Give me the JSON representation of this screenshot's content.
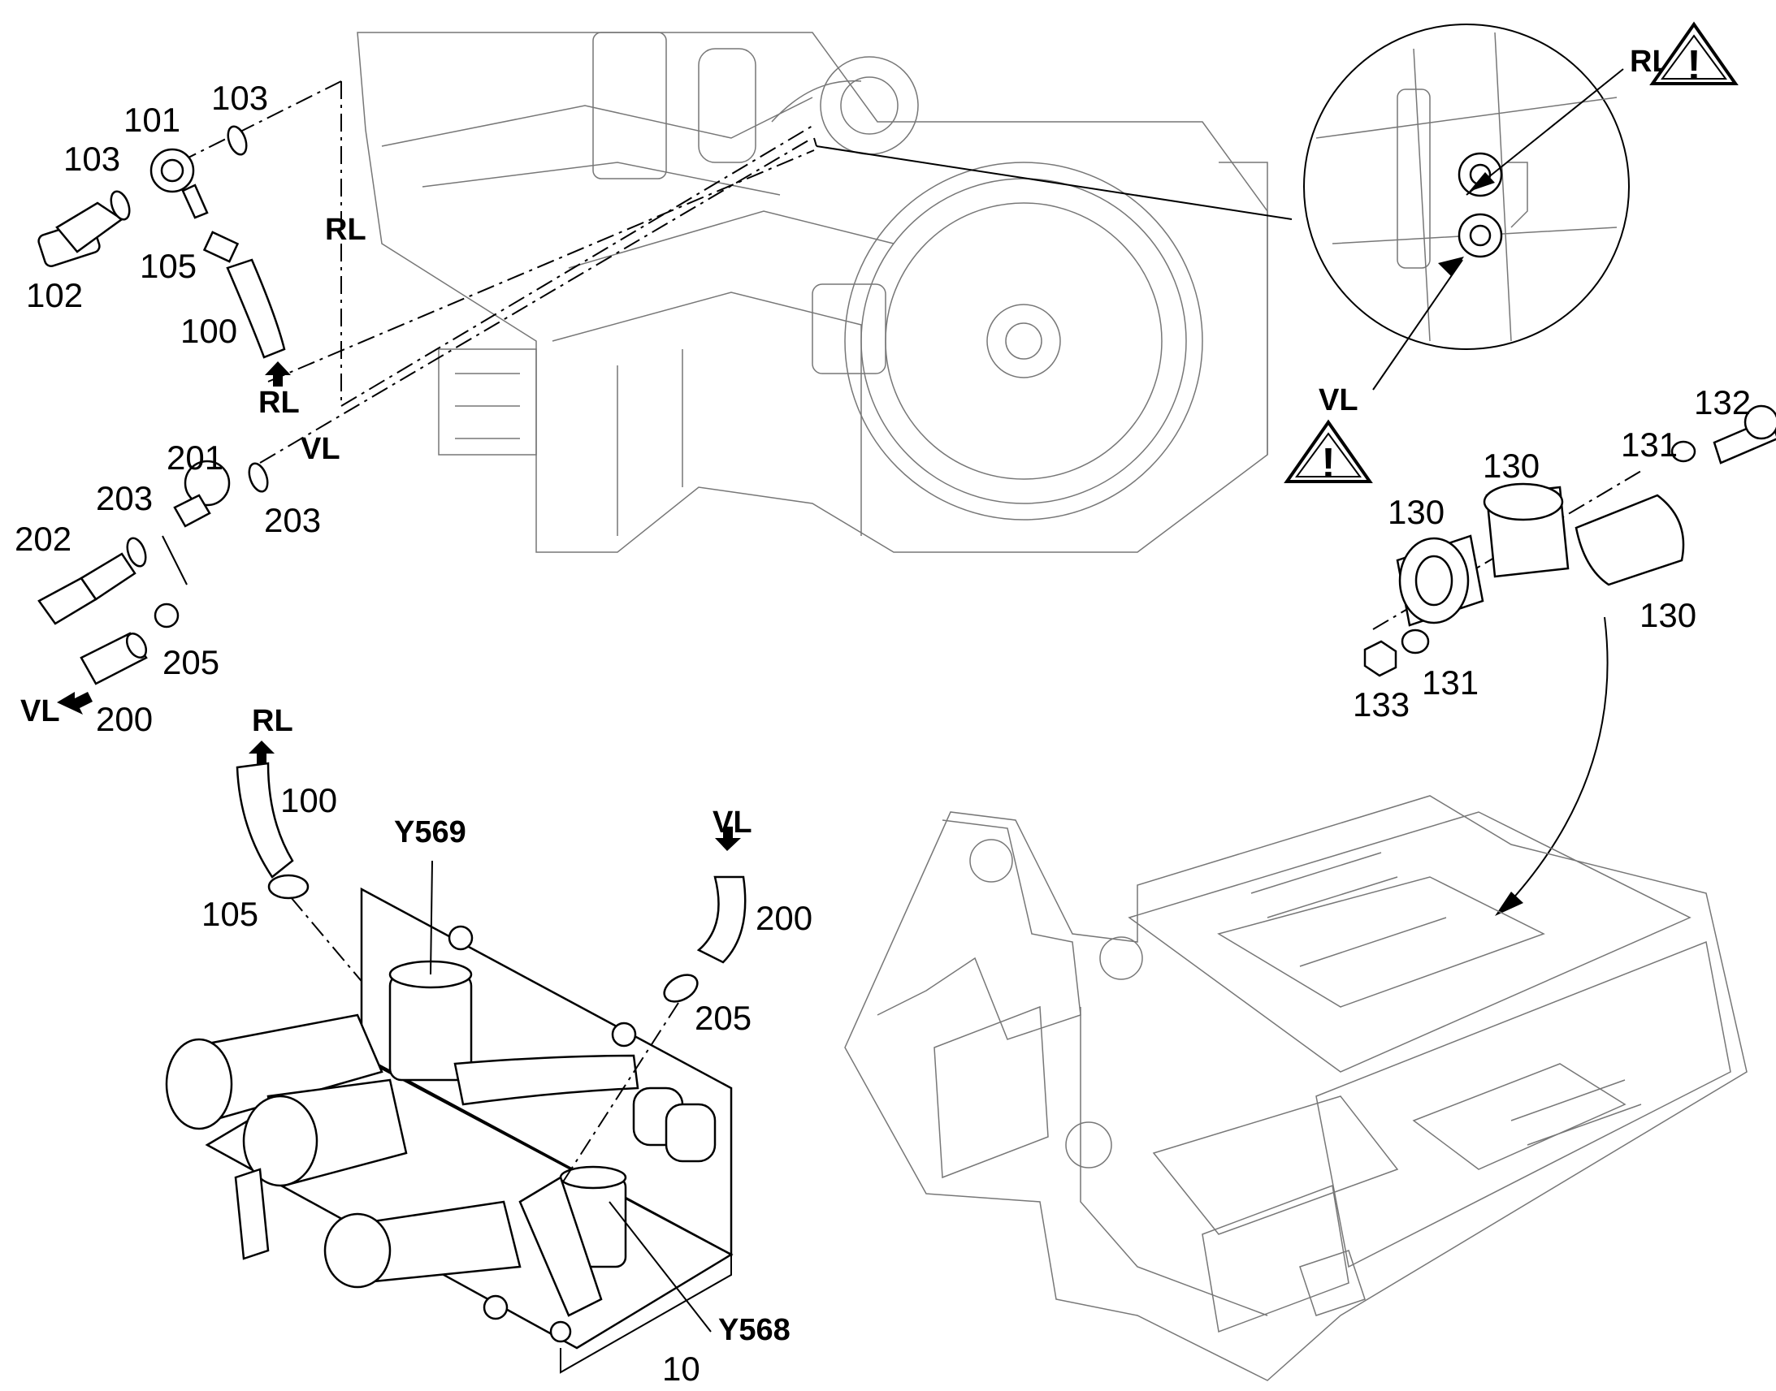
{
  "labels": {
    "p100a": "100",
    "p101": "101",
    "p102": "102",
    "p103a": "103",
    "p103b": "103",
    "p105a": "105",
    "p200a": "200",
    "p201": "201",
    "p202": "202",
    "p203a": "203",
    "p203b": "203",
    "p205a": "205",
    "p100b": "100",
    "p105b": "105",
    "p200b": "200",
    "p205b": "205",
    "p130a": "130",
    "p130b": "130",
    "p130c": "130",
    "p131a": "131",
    "p131b": "131",
    "p132": "132",
    "p133": "133",
    "p10": "10"
  },
  "callouts": {
    "rl_top": "RL",
    "rl_line": "RL",
    "vl_line": "VL",
    "vl_left": "VL",
    "rl_hose": "RL",
    "vl_hose": "VL",
    "rl_detail": "RL",
    "vl_detail": "VL",
    "y569": "Y569",
    "y568": "Y568"
  },
  "warnings": {
    "symbol": "!"
  },
  "colors": {
    "line": "#000000",
    "engine_line": "#777777",
    "background": "#ffffff"
  }
}
